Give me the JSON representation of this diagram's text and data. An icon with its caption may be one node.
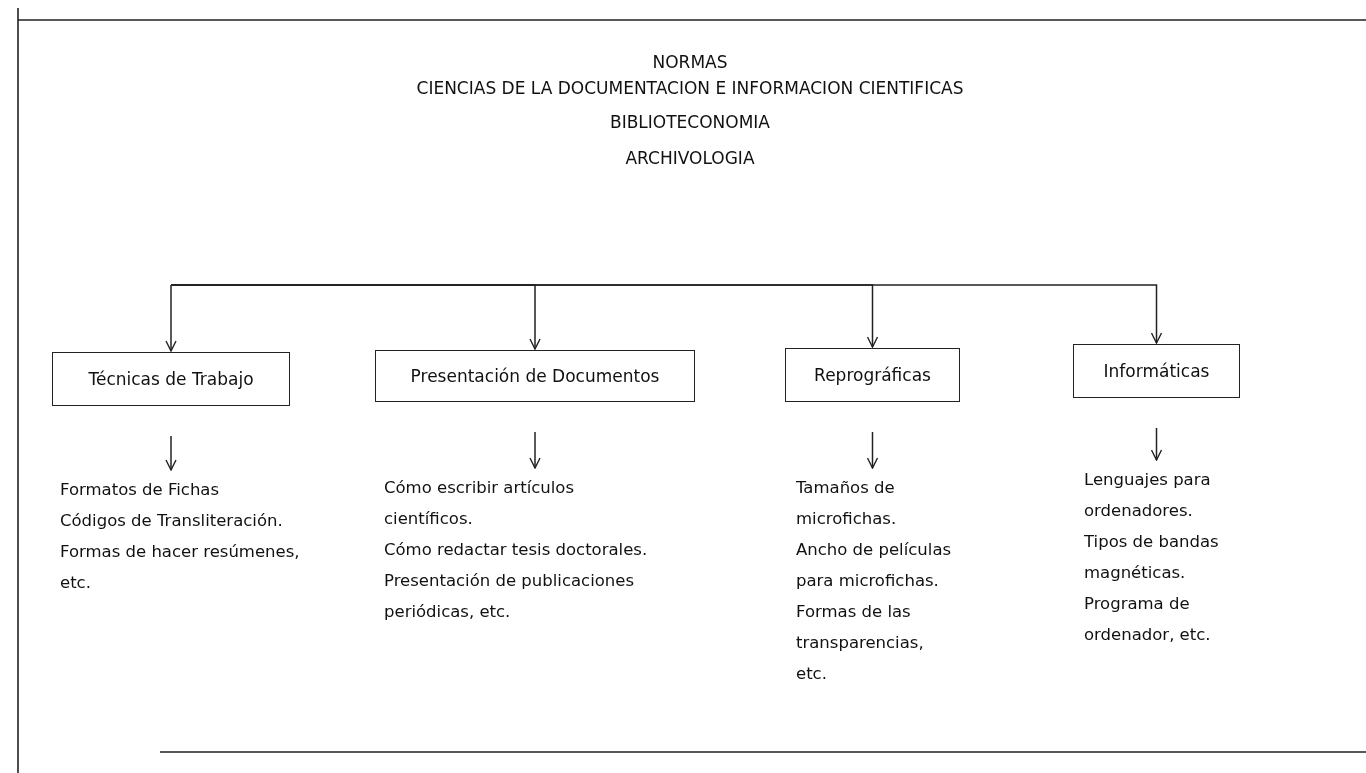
{
  "diagram": {
    "title": "NORMAS",
    "labels": [
      "CIENCIAS DE LA DOCUMENTACION E INFORMACION CIENTIFICAS",
      "BIBLIOTECONOMIA",
      "ARCHIVOLOGIA"
    ],
    "nodes": [
      {
        "text": [
          "Técnicas de Trabajo"
        ]
      },
      {
        "text": [
          "Presentación de Documentos"
        ]
      },
      {
        "text": [
          "Reprográficas"
        ]
      },
      {
        "text": [
          "Informáticas"
        ]
      },
      {
        "text": [
          "Formatos de Fichas",
          "Códigos de Transliteración.",
          "Formas de hacer resúmenes, etc."
        ]
      },
      {
        "text": [
          "Cómo escribir artículos científicos.",
          "Cómo redactar tesis doctorales.",
          "Presentación de publicaciones periódicas, etc."
        ]
      },
      {
        "text": [
          "Tamaños de microfichas.",
          "Ancho de películas para microfichas.",
          "Formas de las transparencias, etc."
        ]
      },
      {
        "text": [
          "Lenguajes para ordenadores.",
          "Tipos de bandas magnéticas.",
          "Programa de ordenador, etc."
        ]
      }
    ],
    "edges": [
      {
        "from": null,
        "to": 0,
        "arrow": "to"
      },
      {
        "from": null,
        "to": 1,
        "arrow": "to"
      },
      {
        "from": null,
        "to": 2,
        "arrow": "to"
      },
      {
        "from": null,
        "to": 3,
        "arrow": "to"
      },
      {
        "from": 0,
        "to": 4,
        "arrow": "to"
      },
      {
        "from": 1,
        "to": 5,
        "arrow": "to"
      },
      {
        "from": 2,
        "to": 6,
        "arrow": "to"
      },
      {
        "from": 3,
        "to": 7,
        "arrow": "to"
      }
    ]
  }
}
